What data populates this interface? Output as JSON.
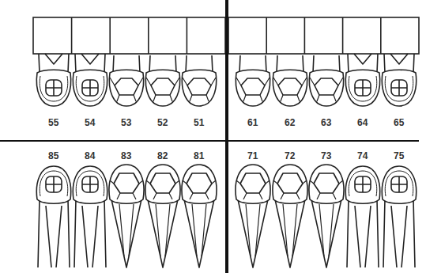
{
  "diagram": {
    "labels": [
      "55",
      "54",
      "53",
      "52",
      "51",
      "61",
      "62",
      "63",
      "64",
      "65",
      "85",
      "84",
      "83",
      "82",
      "81",
      "71",
      "72",
      "73",
      "74",
      "75"
    ]
  }
}
